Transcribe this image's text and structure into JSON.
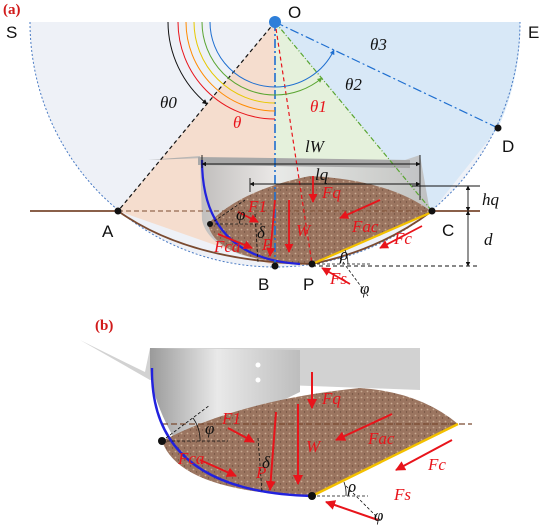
{
  "panel_a": {
    "tag": "(a)",
    "points": {
      "S": "S",
      "O": "O",
      "E": "E",
      "A": "A",
      "B": "B",
      "P": "P",
      "C": "C",
      "D": "D"
    },
    "angles": {
      "theta0": "θ0",
      "theta": "θ",
      "theta1": "θ1",
      "theta2": "θ2",
      "theta3": "θ3",
      "phi": "φ",
      "rho": "ρ",
      "delta": "δ"
    },
    "lengths": {
      "lW": "lW",
      "lq": "lq",
      "hq": "hq",
      "d": "d"
    },
    "forces": {
      "Fq": "Fq",
      "F1": "F1",
      "W": "W",
      "P": "P",
      "Fac": "Fac",
      "Fca": "Fca",
      "Fc": "Fc",
      "Fs": "Fs"
    }
  },
  "panel_b": {
    "tag": "(b)",
    "forces": {
      "Fq": "Fq",
      "F1": "F1",
      "W": "W",
      "P": "P",
      "Fac": "Fac",
      "Fca": "Fca",
      "Fc": "Fc",
      "Fs": "Fs"
    },
    "angles": {
      "phi": "φ",
      "rho": "ρ",
      "delta": "δ"
    }
  },
  "colors": {
    "force": "#e8141b",
    "soil": "#9b7560",
    "blade_edge": "#2222dd",
    "ground_line": "#7a4a30",
    "sector_S_A": "#e9eef6",
    "sector_theta0": "#f7dccb",
    "sector_theta2": "#e6f2dc",
    "sector_theta3": "#d6e8f7"
  }
}
